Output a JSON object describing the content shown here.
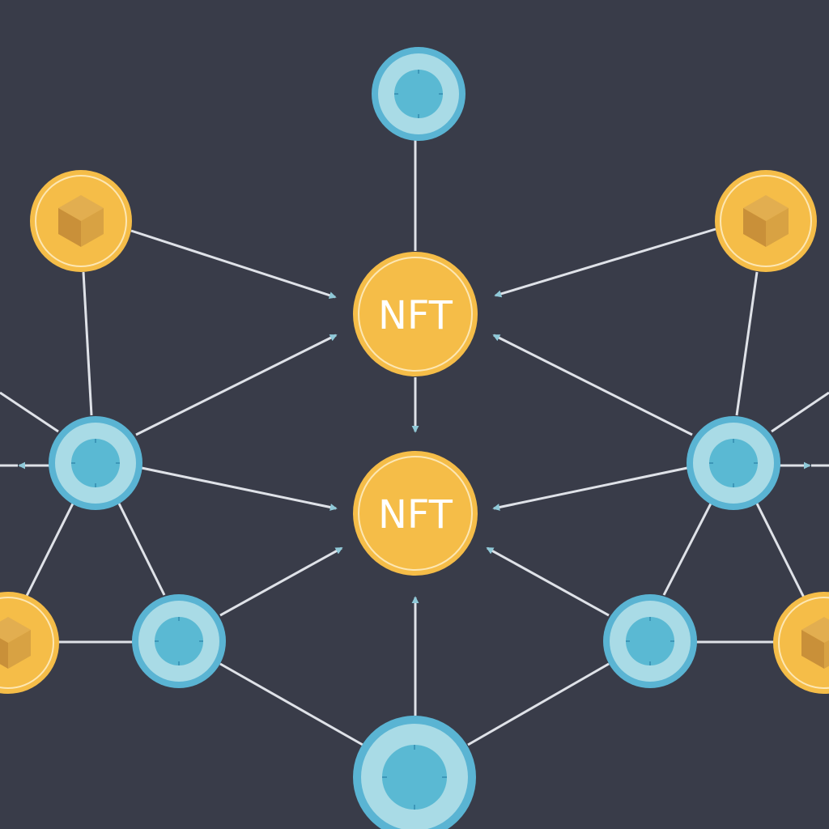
{
  "colors": {
    "background": "#393c49",
    "edge": "#dfe2e8",
    "arrow": "#8fc9d8",
    "gold_fill": "#f5bd48",
    "gold_ring": "#fde7b3",
    "blue_outer": "#5ab4d3",
    "blue_inner_ring": "#a9dbe6",
    "blue_core": "#5ab9d3",
    "cube": "#d4a043"
  },
  "nodes": {
    "nft_top": {
      "label": "NFT",
      "kind": "nft-token"
    },
    "nft_bottom": {
      "label": "NFT",
      "kind": "nft-token"
    },
    "icons": [
      "cube-icon",
      "node-icon"
    ]
  }
}
